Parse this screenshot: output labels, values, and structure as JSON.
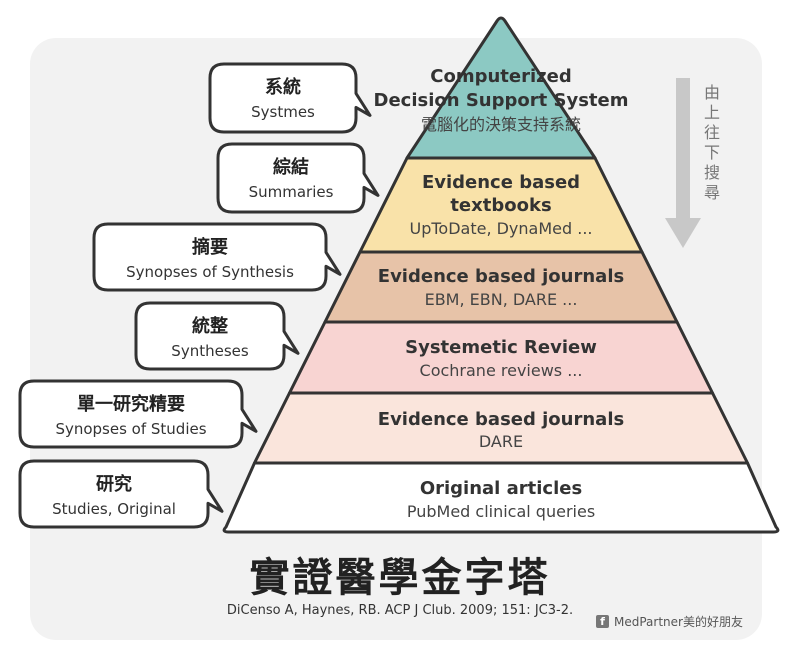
{
  "tiers": [
    {
      "title": [
        "Computerized",
        "Decision Support System"
      ],
      "subtitle": "電腦化的決策支持系統",
      "fill": "#8cc9c3"
    },
    {
      "title": [
        "Evidence based",
        "textbooks"
      ],
      "subtitle": "UpToDate, DynaMed ...",
      "fill": "#f9e2a9"
    },
    {
      "title": [
        "Evidence based journals"
      ],
      "subtitle": "EBM, EBN, DARE ...",
      "fill": "#e7c3a8"
    },
    {
      "title": [
        "Systemetic Review"
      ],
      "subtitle": "Cochrane reviews ...",
      "fill": "#f8d4d2"
    },
    {
      "title": [
        "Evidence based journals"
      ],
      "subtitle": "DARE",
      "fill": "#fae5dc"
    },
    {
      "title": [
        "Original articles"
      ],
      "subtitle": "PubMed clinical queries",
      "fill": "#ffffff"
    }
  ],
  "bubbles": [
    {
      "zh": "系統",
      "en": "Systmes"
    },
    {
      "zh": "綜結",
      "en": "Summaries"
    },
    {
      "zh": "摘要",
      "en": "Synopses of Synthesis"
    },
    {
      "zh": "統整",
      "en": "Syntheses"
    },
    {
      "zh": "單一研究精要",
      "en": "Synopses of Studies"
    },
    {
      "zh": "研究",
      "en": "Studies, Original"
    }
  ],
  "arrow": {
    "text": [
      "由",
      "上",
      "往",
      "下",
      "搜",
      "尋"
    ]
  },
  "title": "實證醫學金字塔",
  "citation": "DiCenso A, Haynes, RB. ACP J Club. 2009; 151: JC3-2.",
  "brand": {
    "text": "MedPartner美的好朋友",
    "icon": "facebook-icon"
  },
  "colors": {
    "outline": "#333333",
    "card": "#f2f2f2",
    "arrow": "#c8c8c8"
  }
}
